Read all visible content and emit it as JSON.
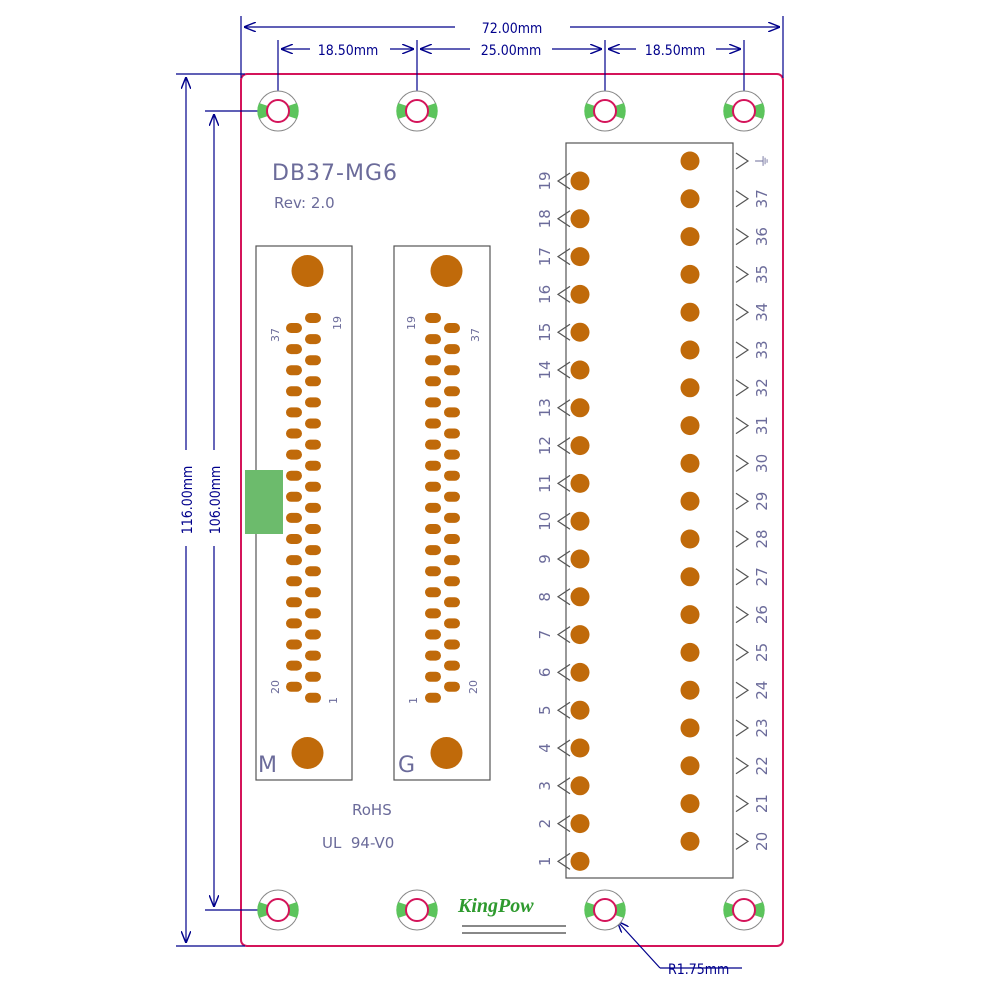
{
  "dimensions": {
    "total_width": "72.00mm",
    "hole_spacing_left": "18.50mm",
    "hole_spacing_mid": "25.00mm",
    "hole_spacing_right": "18.50mm",
    "total_height": "116.00mm",
    "hole_height": "106.00mm",
    "hole_radius": "R1.75mm"
  },
  "silkscreen": {
    "model": "DB37-MG6",
    "revision": "Rev: 2.0",
    "rohs": "RoHS",
    "ul": "UL  94-V0",
    "brand": "KingPow",
    "connector_m_label": "M",
    "connector_g_label": "G",
    "m_pin_37": "37",
    "m_pin_19": "19",
    "m_pin_20": "20",
    "m_pin_1": "1",
    "g_pin_19": "19",
    "g_pin_37": "37",
    "g_pin_1": "1",
    "g_pin_20": "20"
  },
  "terminal_left_labels": [
    "19",
    "18",
    "17",
    "16",
    "15",
    "14",
    "13",
    "12",
    "11",
    "10",
    "9",
    "8",
    "7",
    "6",
    "5",
    "4",
    "3",
    "2",
    "1"
  ],
  "terminal_right_labels": [
    "37",
    "36",
    "35",
    "34",
    "33",
    "32",
    "31",
    "30",
    "29",
    "28",
    "27",
    "26",
    "25",
    "24",
    "23",
    "22",
    "21",
    "20"
  ],
  "ground_symbol": "⏚",
  "colors": {
    "board_outline": "#d4145a",
    "dimension": "#00008b",
    "pad": "#c06a0a",
    "hole_ring": "#5cc45c",
    "silkscreen": "#6b6b9a",
    "brand": "#2e9a2e"
  }
}
